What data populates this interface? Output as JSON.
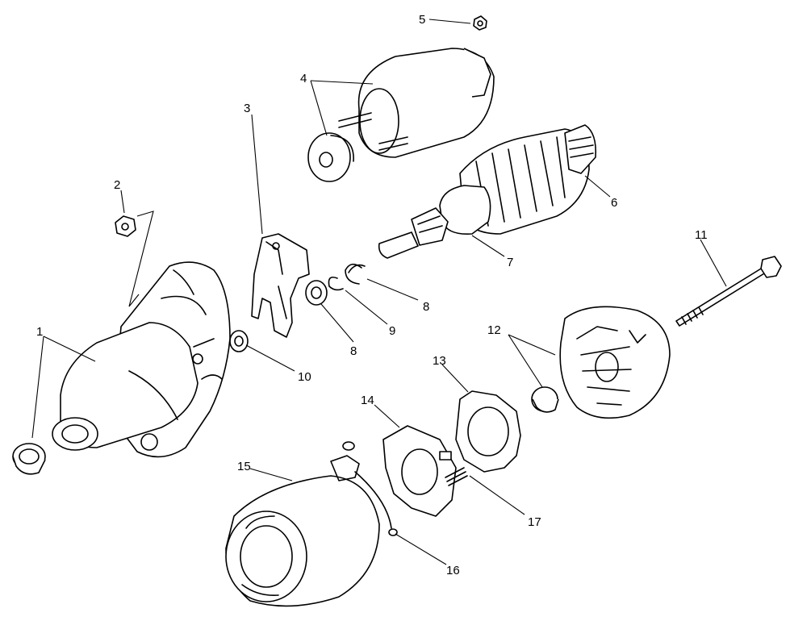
{
  "callouts": [
    {
      "id": "c1",
      "text": "1"
    },
    {
      "id": "c2",
      "text": "2"
    },
    {
      "id": "c3",
      "text": "3"
    },
    {
      "id": "c4",
      "text": "4"
    },
    {
      "id": "c5",
      "text": "5"
    },
    {
      "id": "c6",
      "text": "6"
    },
    {
      "id": "c7",
      "text": "7"
    },
    {
      "id": "c8a",
      "text": "8"
    },
    {
      "id": "c8b",
      "text": "8"
    },
    {
      "id": "c9",
      "text": "9"
    },
    {
      "id": "c10",
      "text": "10"
    },
    {
      "id": "c11",
      "text": "11"
    },
    {
      "id": "c12",
      "text": "12"
    },
    {
      "id": "c13",
      "text": "13"
    },
    {
      "id": "c14",
      "text": "14"
    },
    {
      "id": "c15",
      "text": "15"
    },
    {
      "id": "c16",
      "text": "16"
    },
    {
      "id": "c17",
      "text": "17"
    }
  ]
}
